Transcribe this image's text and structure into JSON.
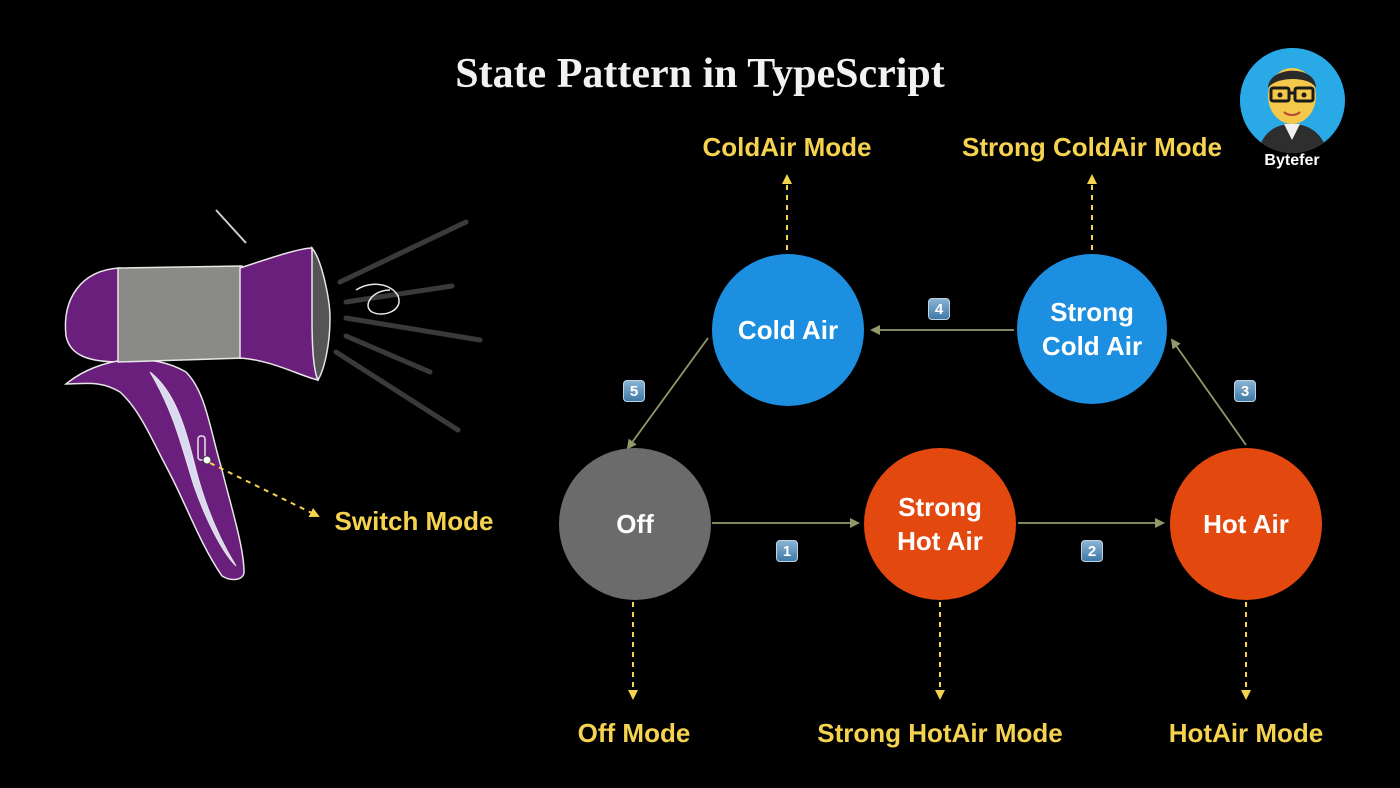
{
  "title": "State Pattern in TypeScript",
  "brand": {
    "name": "Bytefer",
    "avatar_icon": "cartoon-avatar-icon"
  },
  "illustration": {
    "icon": "hair-dryer-icon",
    "switch_label": "Switch Mode"
  },
  "states": {
    "cold_air": {
      "label": "Cold Air",
      "color": "#1c8fe0"
    },
    "strong_cold_air": {
      "label": "Strong\nCold Air",
      "color": "#1c8fe0"
    },
    "off": {
      "label": "Off",
      "color": "#6b6b6b"
    },
    "strong_hot_air": {
      "label": "Strong\nHot Air",
      "color": "#e3490f"
    },
    "hot_air": {
      "label": "Hot Air",
      "color": "#e3490f"
    }
  },
  "modes": {
    "cold_air": "ColdAir Mode",
    "strong_cold_air": "Strong ColdAir Mode",
    "off": "Off Mode",
    "strong_hot_air": "Strong HotAir Mode",
    "hot_air": "HotAir Mode"
  },
  "transitions": [
    {
      "step": "1",
      "from": "Off",
      "to": "Strong Hot Air"
    },
    {
      "step": "2",
      "from": "Strong Hot Air",
      "to": "Hot Air"
    },
    {
      "step": "3",
      "from": "Hot Air",
      "to": "Strong Cold Air"
    },
    {
      "step": "4",
      "from": "Strong Cold Air",
      "to": "Cold Air"
    },
    {
      "step": "5",
      "from": "Cold Air",
      "to": "Off"
    }
  ],
  "colors": {
    "label": "#f5d34f",
    "arrow": "#8f9a6a",
    "dryer_purple": "#6b1f7c",
    "dryer_gray": "#8a8a86"
  }
}
